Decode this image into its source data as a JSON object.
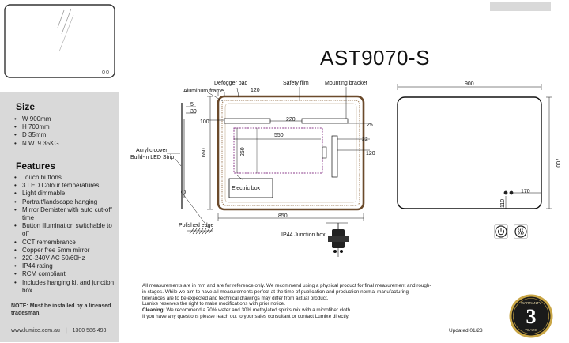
{
  "product": {
    "model": "AST9070-S"
  },
  "size": {
    "heading": "Size",
    "items": [
      "W 900mm",
      "H 700mm",
      "D 35mm",
      "N.W. 9.35KG"
    ]
  },
  "features": {
    "heading": "Features",
    "items": [
      "Touch buttons",
      "3 LED Colour temperatures",
      "Light dimmable",
      "Portrait/landscape hanging",
      "Mirror Demister with auto cut-off time",
      "Button illumination switchable to off",
      "CCT remembrance",
      "Copper free 5mm mirror",
      "220-240V AC 50/60Hz",
      "IP44 rating",
      "RCM compliant",
      "Includes hanging kit and junction box"
    ]
  },
  "note": "NOTE: Must be installed by a licensed tradesman.",
  "contact": {
    "website": "www.lumixe.com.au",
    "separator": "|",
    "phone": "1300 586 493"
  },
  "diagram": {
    "labels": {
      "defogger_pad": "Defogger pad",
      "aluminum_frame": "Aluminum frame",
      "safety_film": "Safety film",
      "mounting_bracket": "Mounting bracket",
      "acrylic_cover": "Acrylic cover",
      "led_strip": "Build-in LED Strip",
      "electric_box": "Electric box",
      "polished_edge": "Polished edge",
      "junction_box": "IP44 Junction box"
    },
    "dims": {
      "d5": "5",
      "d30": "30",
      "d100": "100",
      "d120_top": "120",
      "d220": "220",
      "d25": "25",
      "d550": "550",
      "d650": "650",
      "d250": "250",
      "d22": "22",
      "d120_right": "120",
      "d850": "850",
      "d900": "900",
      "d700": "700",
      "d170": "170",
      "d110": "110"
    }
  },
  "badge": {
    "top": "WARRANTY",
    "number": "3",
    "bottom": "YEARS"
  },
  "disclaimer": {
    "line1": "All measurements are in mm and are for reference only.  We recommend using a physical product for final measurement and rough-",
    "line2": "in stages.   While we aim to have all measurements perfect at the time of publication and production normal manufacturing",
    "line3": "tolerances are to be expected and technical drawings may differ from actual product.",
    "line4": "Lumixe reserves the right to make modifications with prior notice.",
    "cleaning_label": "Cleaning:",
    "cleaning_text": " We recommend a 70% water and 30% methylated spirits mix with a microfiber cloth.",
    "line6": "If you have any questions please reach out to your sales consultant or contact Lumixe directly."
  },
  "updated": "Updated 01/23",
  "icons": {
    "power": "power-icon",
    "demister": "demister-icon"
  },
  "colors": {
    "sidebar_bg": "#d9d9d9",
    "frame_brown": "#6b4a2b",
    "badge_gold": "#c9a646"
  }
}
